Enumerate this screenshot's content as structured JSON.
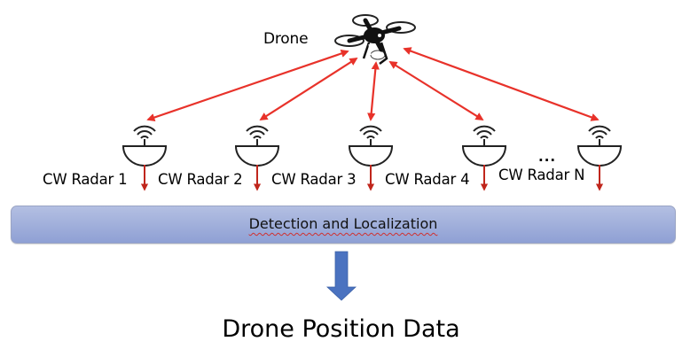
{
  "drone": {
    "label": "Drone",
    "icon": "drone-icon"
  },
  "radars": [
    {
      "label": "CW Radar 1",
      "icon": "radar-antenna-icon"
    },
    {
      "label": "CW Radar 2",
      "icon": "radar-antenna-icon"
    },
    {
      "label": "CW Radar 3",
      "icon": "radar-antenna-icon"
    },
    {
      "label": "CW Radar 4",
      "icon": "radar-antenna-icon"
    },
    {
      "label": "CW Radar N",
      "icon": "radar-antenna-icon"
    }
  ],
  "ellipsis": "...",
  "processing_block": {
    "label": "Detection and Localization"
  },
  "output": {
    "label": "Drone Position Data"
  },
  "colors": {
    "link_arrow": "#e8322a",
    "data_arrow": "#c0261c",
    "block_fill_top": "#b3bfe2",
    "block_fill_bottom": "#8fa0d4",
    "output_arrow": "#4a72c0"
  }
}
